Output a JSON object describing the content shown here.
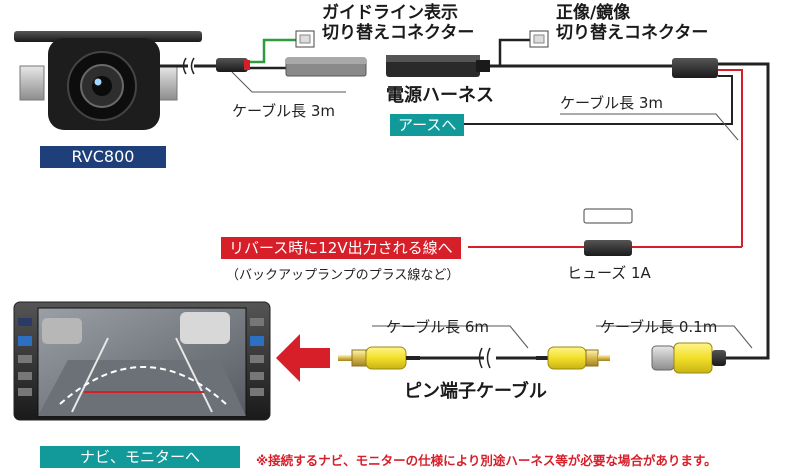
{
  "labels": {
    "camera_model": "RVC800",
    "guideline_connector": [
      "ガイドライン表示",
      "切り替えコネクター"
    ],
    "mirror_connector": [
      "正像/鏡像",
      "切り替えコネクター"
    ],
    "power_harness": "電源ハーネス",
    "cable_camera": "ケーブル長 3m",
    "cable_harness": "ケーブル長 3m",
    "ground": "アースへ",
    "reverse_wire": "リバース時に12V出力される線へ",
    "reverse_note": "（バックアップランプのプラス線など）",
    "fuse": "ヒューズ 1A",
    "cable_pin": "ケーブル長 6m",
    "cable_short": "ケーブル長 0.1m",
    "pin_cable": "ピン端子ケーブル",
    "navi_monitor": "ナビ、モニターへ",
    "footnote": "※接続するナビ、モニターの仕様により別途ハーネス等が必要な場合があります。"
  },
  "colors": {
    "navy": "#1e3f7a",
    "teal": "#129a9a",
    "red": "#d71f2a",
    "green_wire": "#2f9a3e",
    "rca_yellow": "#f2df2a"
  },
  "icons": {
    "camera": "rear-camera-icon",
    "monitor": "car-navi-monitor-icon",
    "arrow": "red-left-arrow-icon"
  }
}
